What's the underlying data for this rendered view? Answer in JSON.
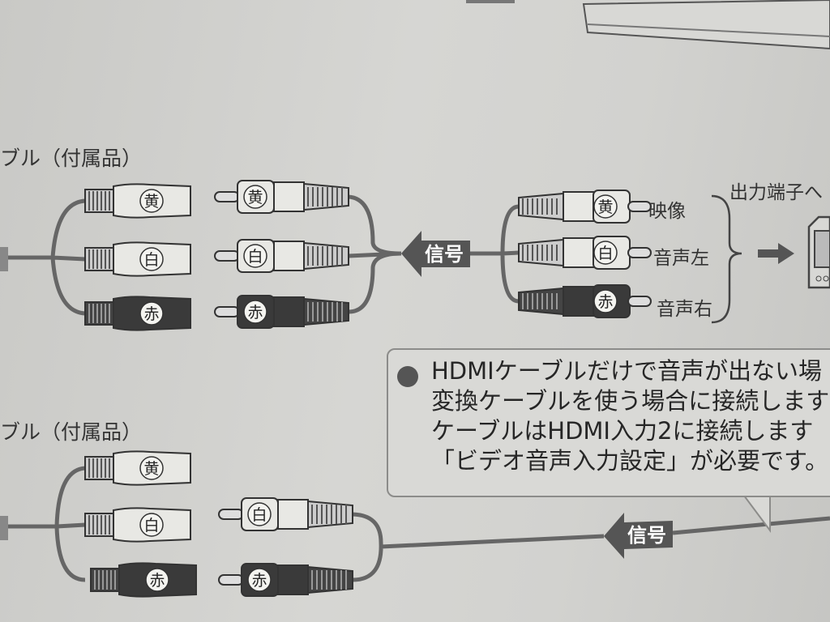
{
  "document": {
    "cable_caption_top": "ブル（付属品）",
    "cable_caption_bottom": "ブル（付属品）",
    "signal_label_top": "信号",
    "signal_label_bottom": "信号",
    "output_terminal_label": "出力端子へ",
    "right_labels": [
      "映像",
      "音声左",
      "音声右"
    ],
    "plug_labels": {
      "yellow": "黄",
      "white": "白",
      "red": "赤"
    },
    "note": {
      "lines": [
        "HDMIケーブルだけで音声が出ない場",
        "変換ケーブルを使う場合に接続します",
        "ケーブルはHDMI入力2に接続します",
        "「ビデオ音声入力設定」が必要です。"
      ]
    }
  },
  "colors": {
    "paper": "#d2d2cf",
    "plug_light": "#e8e8e4",
    "plug_dark": "#3a3a3a",
    "cable": "#6a6a68"
  }
}
